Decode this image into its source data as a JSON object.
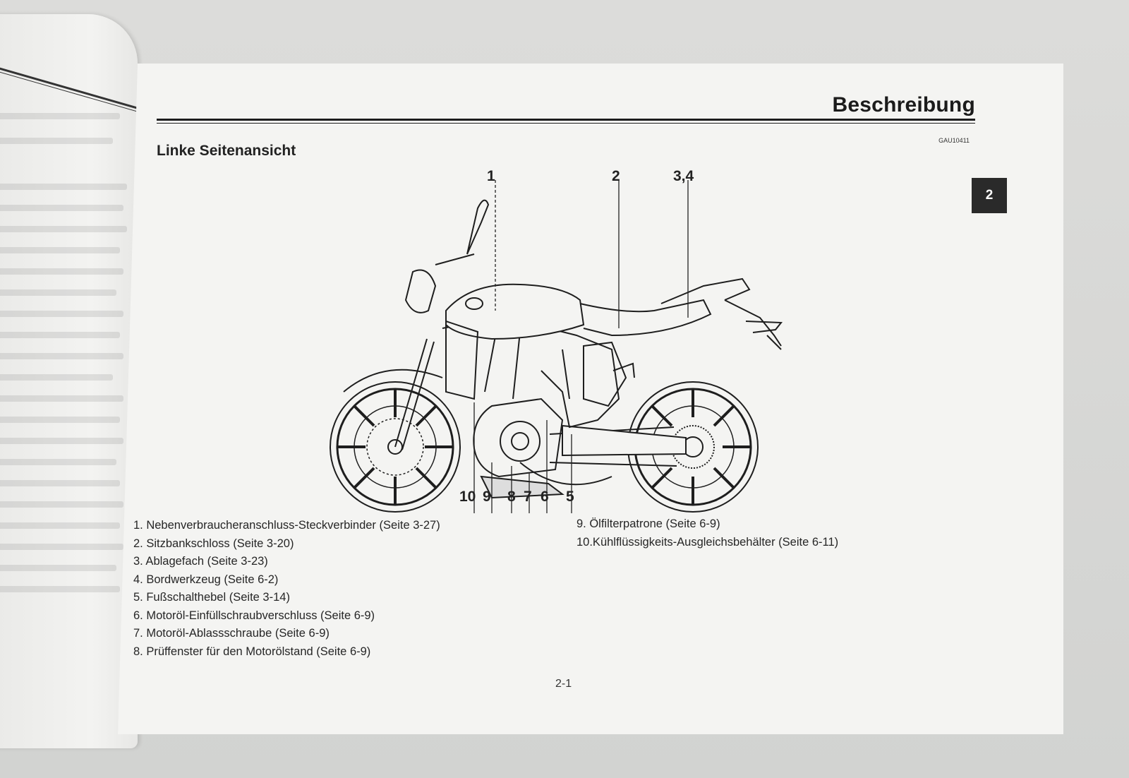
{
  "page": {
    "title": "Beschreibung",
    "doc_code": "GAU10411",
    "section_heading": "Linke Seitenansicht",
    "chapter_tab": "2",
    "page_number": "2-1"
  },
  "callouts": {
    "c1": "1",
    "c2": "2",
    "c34": "3,4",
    "c10": "10",
    "c9": "9",
    "c8": "8",
    "c7": "7",
    "c6": "6",
    "c5": "5"
  },
  "parts_left": [
    "1. Nebenverbraucheranschluss-Steckverbinder (Seite 3-27)",
    "2. Sitzbankschloss (Seite 3-20)",
    "3. Ablagefach (Seite 3-23)",
    "4. Bordwerkzeug (Seite 6-2)",
    "5. Fußschalthebel (Seite 3-14)",
    "6. Motoröl-Einfüllschraubverschluss (Seite 6-9)",
    "7. Motoröl-Ablassschraube (Seite 6-9)",
    "8. Prüffenster für den Motorölstand (Seite 6-9)"
  ],
  "parts_right": [
    "9. Ölfilterpatrone (Seite 6-9)",
    "10.Kühlflüssigkeits-Ausgleichsbehälter (Seite 6-11)"
  ],
  "illustration": {
    "subject": "motorcycle-left-side-view"
  }
}
